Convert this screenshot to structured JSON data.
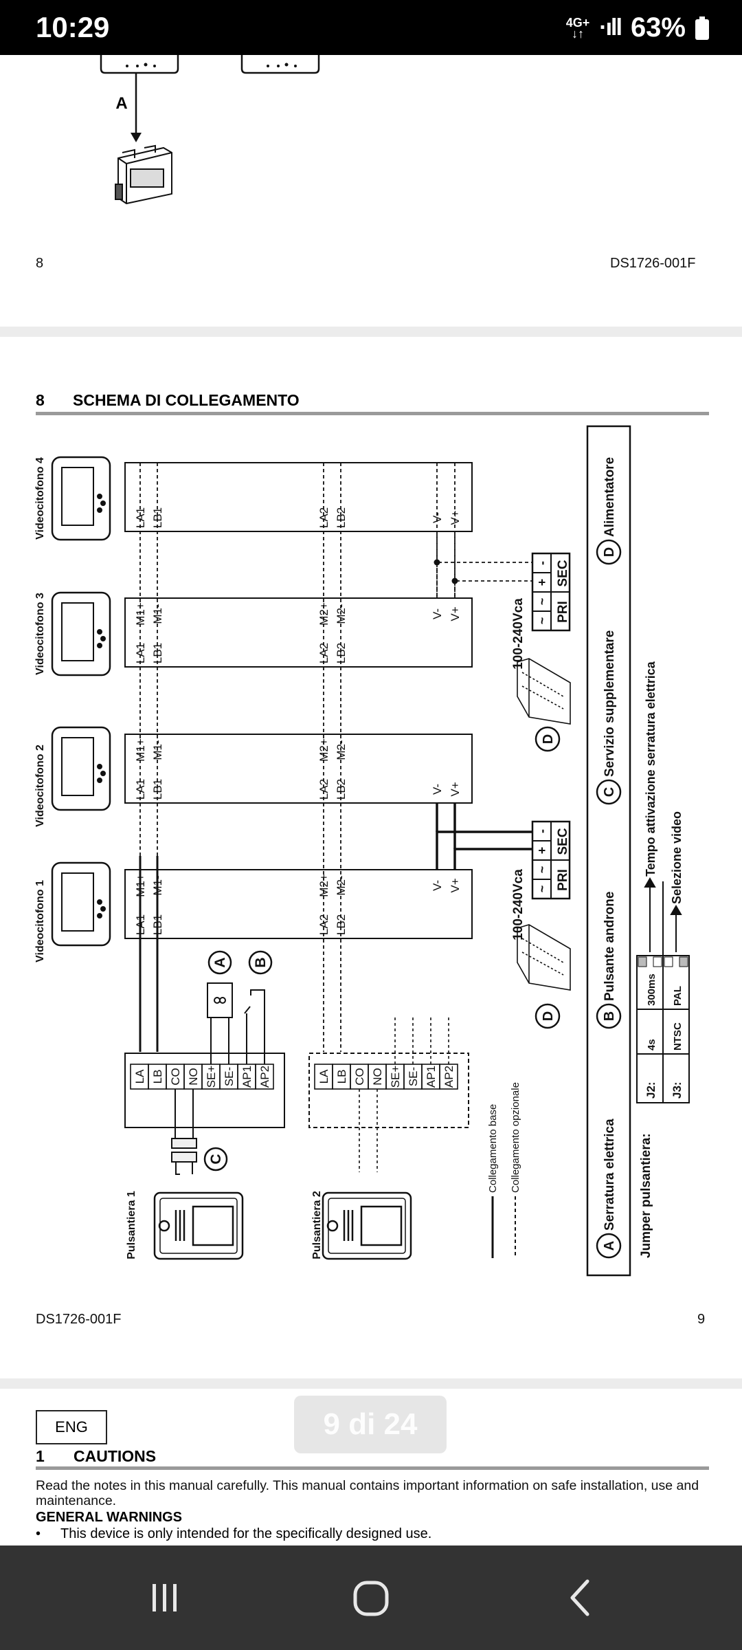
{
  "status_bar": {
    "time": "10:29",
    "network_top": "4G+",
    "network_bottom": "↓↑",
    "signal": "·ıll",
    "battery_percent": "63%"
  },
  "page8": {
    "arrow_label": "A",
    "page_number": "8",
    "doc_code": "DS1726-001F"
  },
  "page9": {
    "section_number": "8",
    "section_title": "SCHEMA DI COLLEGAMENTO",
    "videophones": [
      "Videocitofono 1",
      "Videocitofono 2",
      "Videocitofono 3",
      "Videocitofono 4"
    ],
    "panels": [
      "Pulsantiera 1",
      "Pulsantiera 2"
    ],
    "panel_terminals": [
      "LA",
      "LB",
      "CO",
      "NO",
      "SE+",
      "SE-",
      "AP1",
      "AP2"
    ],
    "vp_terms": {
      "la1": "LA1",
      "lb1": "LB1",
      "m1p": "M1+",
      "m1m": "M1-",
      "la2": "LA2",
      "lb2": "LB2",
      "m2p": "M2+",
      "m2m": "M2-",
      "vm": "V-",
      "vp": "V+"
    },
    "psu": {
      "voltage": "100-240Vca",
      "pri": "PRI",
      "sec": "SEC",
      "ac": "~",
      "plus": "+",
      "minus": "-",
      "letter": "D"
    },
    "callout_letters": {
      "a": "A",
      "b": "B",
      "c": "C"
    },
    "legend_lines": {
      "base": "Collegamento base",
      "optional": "Collegamento opzionale"
    },
    "key": [
      {
        "letter": "A",
        "label": "Serratura elettrica"
      },
      {
        "letter": "B",
        "label": "Pulsante androne"
      },
      {
        "letter": "C",
        "label": "Servizio supplementare"
      },
      {
        "letter": "D",
        "label": "Alimentatore"
      }
    ],
    "jumper": {
      "title": "Jumper pulsantiera:",
      "j2": {
        "name": "J2:",
        "opt1": "4s",
        "opt2": "300ms",
        "desc": "Tempo attivazione serratura elettrica"
      },
      "j3": {
        "name": "J3:",
        "opt1": "NTSC",
        "opt2": "PAL",
        "desc": "Selezione video"
      }
    },
    "doc_code": "DS1726-001F",
    "page_number": "9"
  },
  "page_indicator": "9 di 24",
  "page10": {
    "lang_badge": "ENG",
    "section_number": "1",
    "section_title": "CAUTIONS",
    "paragraph": "Read the notes in this manual carefully. This manual contains important information on safe installation, use and maintenance.",
    "subheading": "GENERAL WARNINGS",
    "bullet": "This device is only intended for the specifically designed use."
  }
}
